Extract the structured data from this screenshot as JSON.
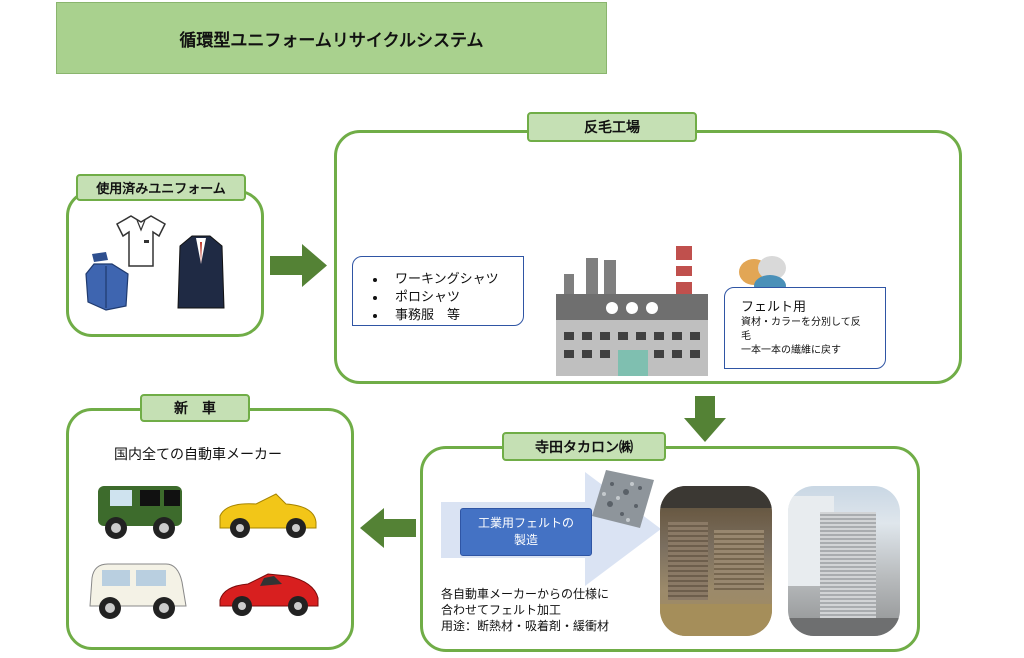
{
  "title": "循環型ユニフォームリサイクルシステム",
  "used_uniform": {
    "label": "使用済みユニフォーム"
  },
  "factory": {
    "label": "反毛工場",
    "items": [
      "ワーキングシャツ",
      "ポロシャツ",
      "事務服　等"
    ],
    "felt_title": "フェルト用",
    "felt_line1": "資材・カラーを分別して反",
    "felt_line2": "毛",
    "felt_line3": "一本一本の繊維に戻す"
  },
  "new_car": {
    "label": "新　車",
    "description": "国内全ての自動車メーカー"
  },
  "company": {
    "label": "寺田タカロン㈱",
    "box_line1": "工業用フェルトの",
    "box_line2": "製造",
    "desc_line1": "各自動車メーカーからの仕様に",
    "desc_line2": "合わせてフェルト加工",
    "desc_line3": "用途：断熱材・吸着剤・緩衝材"
  },
  "colors": {
    "panel_border": "#70ad47",
    "tag_fill": "#c5e0b4",
    "banner_fill": "#a9d18e",
    "arrow_fill": "#548235",
    "process_box": "#4472c4",
    "note_border": "#2f55a4"
  },
  "icons": [
    "polo-shirt-icon",
    "work-jacket-icon",
    "suit-icon",
    "factory-icon",
    "yarn-icon",
    "felt-sample-icon",
    "car-icon"
  ]
}
